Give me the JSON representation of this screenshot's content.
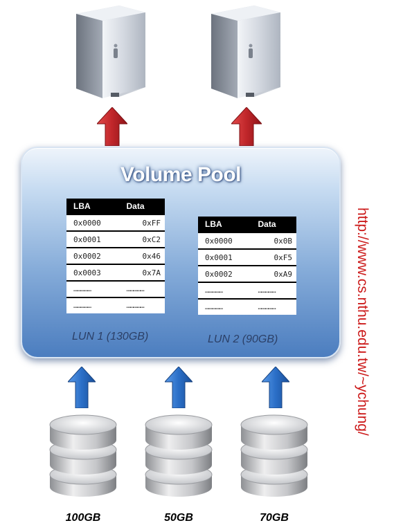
{
  "pool": {
    "title": "Volume Pool"
  },
  "luns": [
    {
      "caption": "LUN 1 (130GB)",
      "headers": [
        "LBA",
        "Data"
      ],
      "rows": [
        [
          "0x0000",
          "0xFF"
        ],
        [
          "0x0001",
          "0xC2"
        ],
        [
          "0x0002",
          "0x46"
        ],
        [
          "0x0003",
          "0x7A"
        ],
        [
          "……………",
          "……………"
        ],
        [
          "……………",
          "……………"
        ]
      ]
    },
    {
      "caption": "LUN 2 (90GB)",
      "headers": [
        "LBA",
        "Data"
      ],
      "rows": [
        [
          "0x0000",
          "0x0B"
        ],
        [
          "0x0001",
          "0xF5"
        ],
        [
          "0x0002",
          "0xA9"
        ],
        [
          "……………",
          "……………"
        ],
        [
          "……………",
          "……………"
        ]
      ]
    }
  ],
  "disks": [
    {
      "label": "100GB"
    },
    {
      "label": "50GB"
    },
    {
      "label": "70GB"
    }
  ],
  "side_url": "http://www.cs.nthu.edu.tw/~ychung/",
  "colors": {
    "up_arrow_red": "#c0262a",
    "up_arrow_blue": "#2b6fc7",
    "url_text": "#cc1b1b",
    "pool_dark": "#4b7dbf"
  },
  "icons": [
    "server-icon",
    "database-disk-icon",
    "red-up-arrow-icon",
    "blue-up-arrow-icon"
  ]
}
